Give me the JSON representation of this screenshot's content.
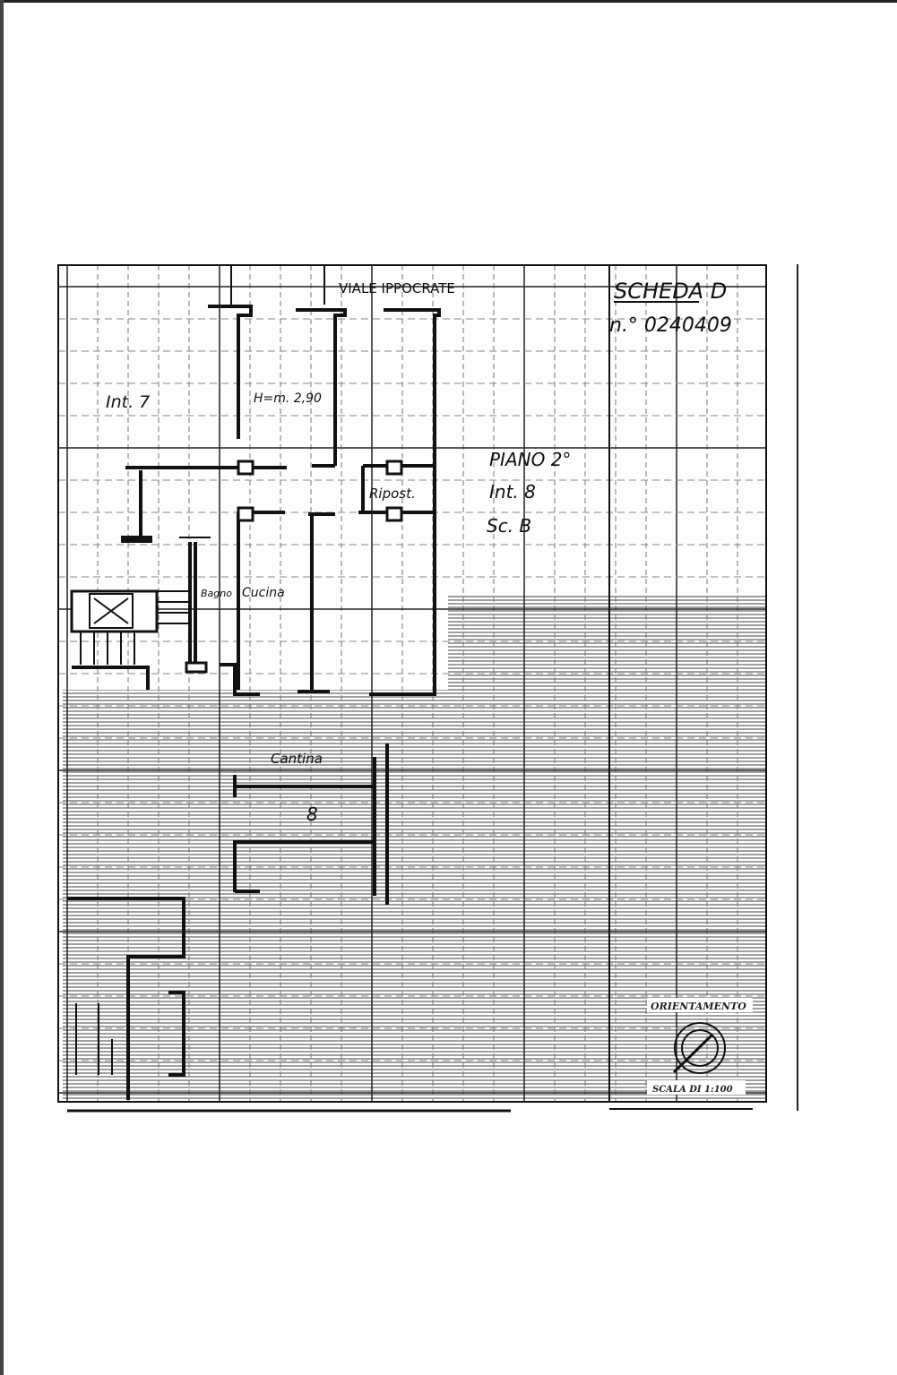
{
  "header": {
    "street": "VIALE IPPOCRATE",
    "scheda": "SCHEDA D",
    "number": "n.° 0240409"
  },
  "plan": {
    "adjacent_unit": "Int. 7",
    "height": "H=m. 2,90",
    "storage": "Ripost.",
    "bathroom": "Bagno",
    "kitchen": "Cucina",
    "cellar": "Cantina",
    "cellar_number": "8"
  },
  "info": {
    "floor": "PIANO 2°",
    "unit": "Int. 8",
    "staircase": "Sc. B"
  },
  "legend": {
    "orientation": "ORIENTAMENTO",
    "scale": "SCALA DI 1:100"
  }
}
